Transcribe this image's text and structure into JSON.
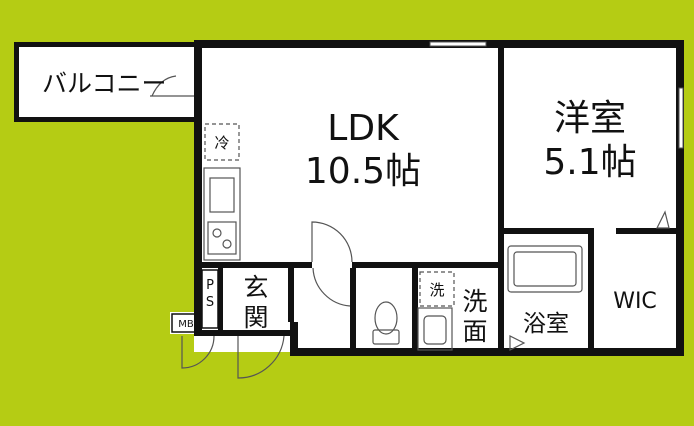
{
  "colors": {
    "background": "#b5cc14",
    "wall": "#111111",
    "floor": "#ffffff",
    "fixture_line": "#555555",
    "label": "#111111"
  },
  "rooms": {
    "balcony": "バルコニー",
    "ldk_name": "LDK",
    "ldk_size": "10.5帖",
    "western_name": "洋室",
    "western_size": "5.1帖",
    "wic": "WIC",
    "entrance_line1": "玄",
    "entrance_line2": "関",
    "washroom_line1": "洗",
    "washroom_line2": "面",
    "bathroom": "浴室"
  },
  "labels": {
    "fridge": "冷",
    "washer": "洗",
    "ps_line1": "P",
    "ps_line2": "S",
    "mb": "MB"
  },
  "icons": [
    "fridge-space-icon",
    "sink-icon",
    "stove-icon",
    "toilet-icon",
    "bathtub-icon",
    "washbasin-icon",
    "washer-space-icon",
    "door-swing-icon"
  ]
}
